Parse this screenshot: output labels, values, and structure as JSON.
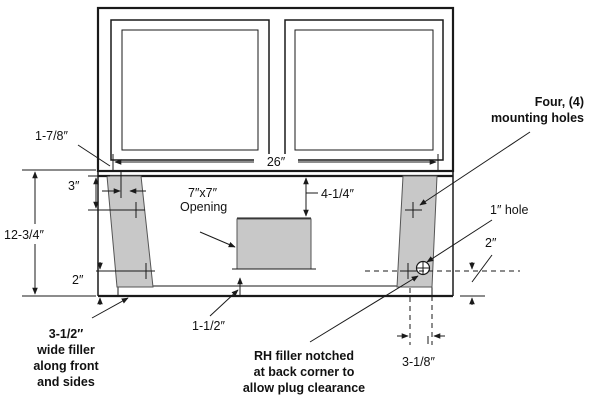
{
  "labels": {
    "width_top": "26″",
    "left_offset": "1-7/8″",
    "mount_3": "3″",
    "depth_4_1_4": "4-1/4″",
    "height_12_3_4": "12-3/4″",
    "bottom_2_left": "2″",
    "bottom_2_right": "2″",
    "inset_1_1_2": "1-1/2″",
    "hole_offset_3_1_8": "3-1/8″",
    "opening_size": "7″x7″",
    "opening_word": "Opening",
    "hole_1in": "1″ hole"
  },
  "callouts": {
    "mounting_holes": [
      "Four, (4)",
      "mounting holes"
    ],
    "filler": [
      "3-1/2″",
      "wide filler",
      "along front",
      "and sides"
    ],
    "rh_filler": [
      "RH filler notched",
      "at back corner to",
      "allow plug clearance"
    ]
  },
  "colors": {
    "line": "#1a1a1a",
    "filler": "#c8c8c8",
    "background": "#ffffff"
  }
}
